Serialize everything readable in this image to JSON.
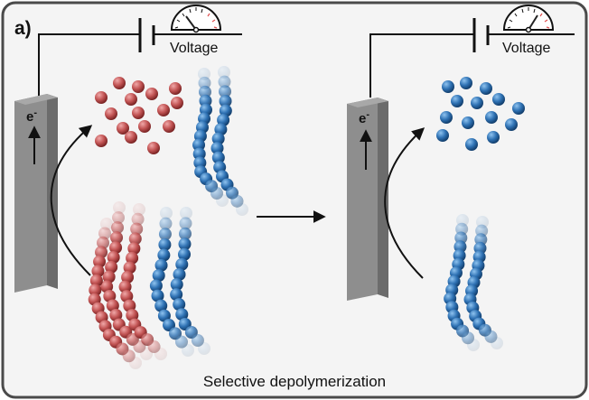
{
  "figure": {
    "panel_label": "a)",
    "caption": "Selective depolymerization",
    "left_panel": {
      "voltage_label": "Voltage",
      "electron_label": "e",
      "electron_sup": "-"
    },
    "right_panel": {
      "voltage_label": "Voltage",
      "electron_label": "e",
      "electron_sup": "-"
    }
  },
  "colors": {
    "border": "#4a4a4a",
    "background": "#f4f4f4",
    "electrode_front": "#8e8e8e",
    "electrode_side": "#6c6c6c",
    "red_polymer": "#b84a4a",
    "blue_polymer": "#2b6aa8",
    "wire": "#111111",
    "gauge_needle": "#222222",
    "gauge_red_ticks": "#e05050"
  }
}
